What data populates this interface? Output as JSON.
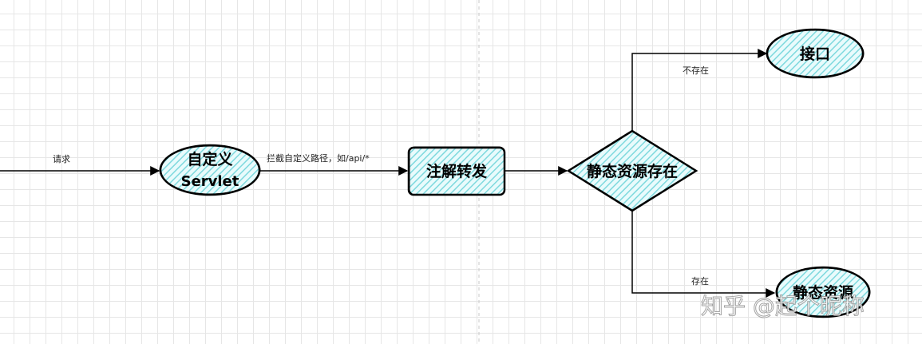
{
  "nodes": {
    "custom_servlet": {
      "line1": "自定义",
      "line2": "Servlet"
    },
    "annotation_forward": {
      "label": "注解转发"
    },
    "static_exists": {
      "label": "静态资源存在"
    },
    "interface": {
      "label": "接口"
    },
    "static_resource": {
      "label": "静态资源"
    }
  },
  "edges": {
    "request": "请求",
    "intercept": "拦截自定义路径，如/api/*",
    "not_exists": "不存在",
    "exists": "存在"
  },
  "watermark": "知乎 @起个昵称",
  "colors": {
    "fill": "#c9f1f3",
    "stroke": "#000000",
    "grid": "#e6e6e6"
  }
}
